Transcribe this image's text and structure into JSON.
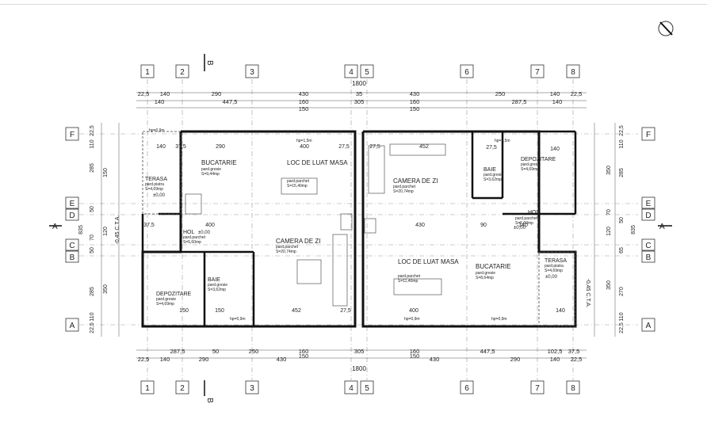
{
  "plan": {
    "grid_columns": [
      "1",
      "2",
      "3",
      "4",
      "5",
      "6",
      "7",
      "8"
    ],
    "grid_rows": [
      "F",
      "E",
      "D",
      "C",
      "B",
      "A"
    ],
    "section_marks": {
      "b": "B",
      "a": "A"
    },
    "total_width": "1800",
    "top_dims_row1": [
      "22,5",
      "140",
      "290",
      "430",
      "35",
      "430",
      "250",
      "140",
      "22,5"
    ],
    "top_dims_row2": [
      "140",
      "447,5",
      "160",
      "305",
      "160",
      "287,5",
      "140"
    ],
    "top_dims_row3": [
      "150",
      "150"
    ],
    "bottom_dims_row1": [
      "287,5",
      "50",
      "250",
      "160",
      "305",
      "160",
      "447,5",
      "102,5",
      "37,5"
    ],
    "bottom_dims_row2": [
      "22,5",
      "140",
      "290",
      "430",
      "150",
      "150",
      "430",
      "290",
      "140",
      "22,5"
    ],
    "left_dims": [
      "22,5",
      "110",
      "285",
      "150",
      "50",
      "70",
      "120",
      "50",
      "350",
      "285",
      "110",
      "22,5",
      "835"
    ],
    "right_dims": [
      "22,5",
      "110",
      "350",
      "285",
      "70",
      "50",
      "120",
      "65",
      "350",
      "270",
      "110",
      "22,5",
      "835"
    ],
    "rooms": [
      {
        "name": "BUCATARIE",
        "floor": "pard.gresie",
        "area": "S=9,44mp"
      },
      {
        "name": "LOC DE LUAT MASA",
        "floor": "pard.parchet",
        "area": "S=15,40mp"
      },
      {
        "name": "TERASA",
        "floor": "pard.piatra",
        "area": "S=4,69mp",
        "level": "±0,00"
      },
      {
        "name": "HOL",
        "floor": "pard.parchet",
        "area": "S=5,60mp",
        "level": "±0,00"
      },
      {
        "name": "CAMERA DE ZI",
        "floor": "pard.parchet",
        "area": "S=20,74mp"
      },
      {
        "name": "BAIE",
        "floor": "pard.gresie",
        "area": "S=3,62mp"
      },
      {
        "name": "DEPOZITARE",
        "floor": "pard.gresie",
        "area": "S=4,69mp"
      },
      {
        "name": "CAMERA DE ZI",
        "floor": "pard.parchet",
        "area": "S=20,74mp"
      },
      {
        "name": "BAIE",
        "floor": "pard.gresie",
        "area": "S=3,62mp"
      },
      {
        "name": "DEPOZITARE",
        "floor": "pard.gresie",
        "area": "S=4,69mp"
      },
      {
        "name": "HOL",
        "floor": "pard.parchet",
        "area": "S=5,60mp",
        "level": "±0,00"
      },
      {
        "name": "LOC DE LUAT MASA",
        "floor": "pard.parchet",
        "area": "S=11,40mp"
      },
      {
        "name": "BUCATARIE",
        "floor": "pard.gresie",
        "area": "S=8,64mp"
      },
      {
        "name": "TERASA",
        "floor": "pard.piatra",
        "area": "S=4,69mp",
        "level": "±0,00"
      }
    ],
    "inner_dims": [
      "400",
      "290",
      "140",
      "27,5",
      "37,5",
      "452",
      "27,5",
      "140",
      "27,5",
      "400",
      "430",
      "140",
      "90",
      "37,5",
      "150",
      "150",
      "452",
      "27,5",
      "400",
      "140"
    ],
    "level_notes": [
      "hp=0,9m",
      "hp=1,5m",
      "hp=0,9m",
      "hp=1,5m",
      "hp=0,9m",
      "hp=0,9m"
    ],
    "cta_label": "-0,45 C.T.A."
  },
  "colors": {
    "line": "#2a2a2a",
    "wall": "#1a1a1a",
    "dim": "#444444",
    "grid": "#777777"
  }
}
